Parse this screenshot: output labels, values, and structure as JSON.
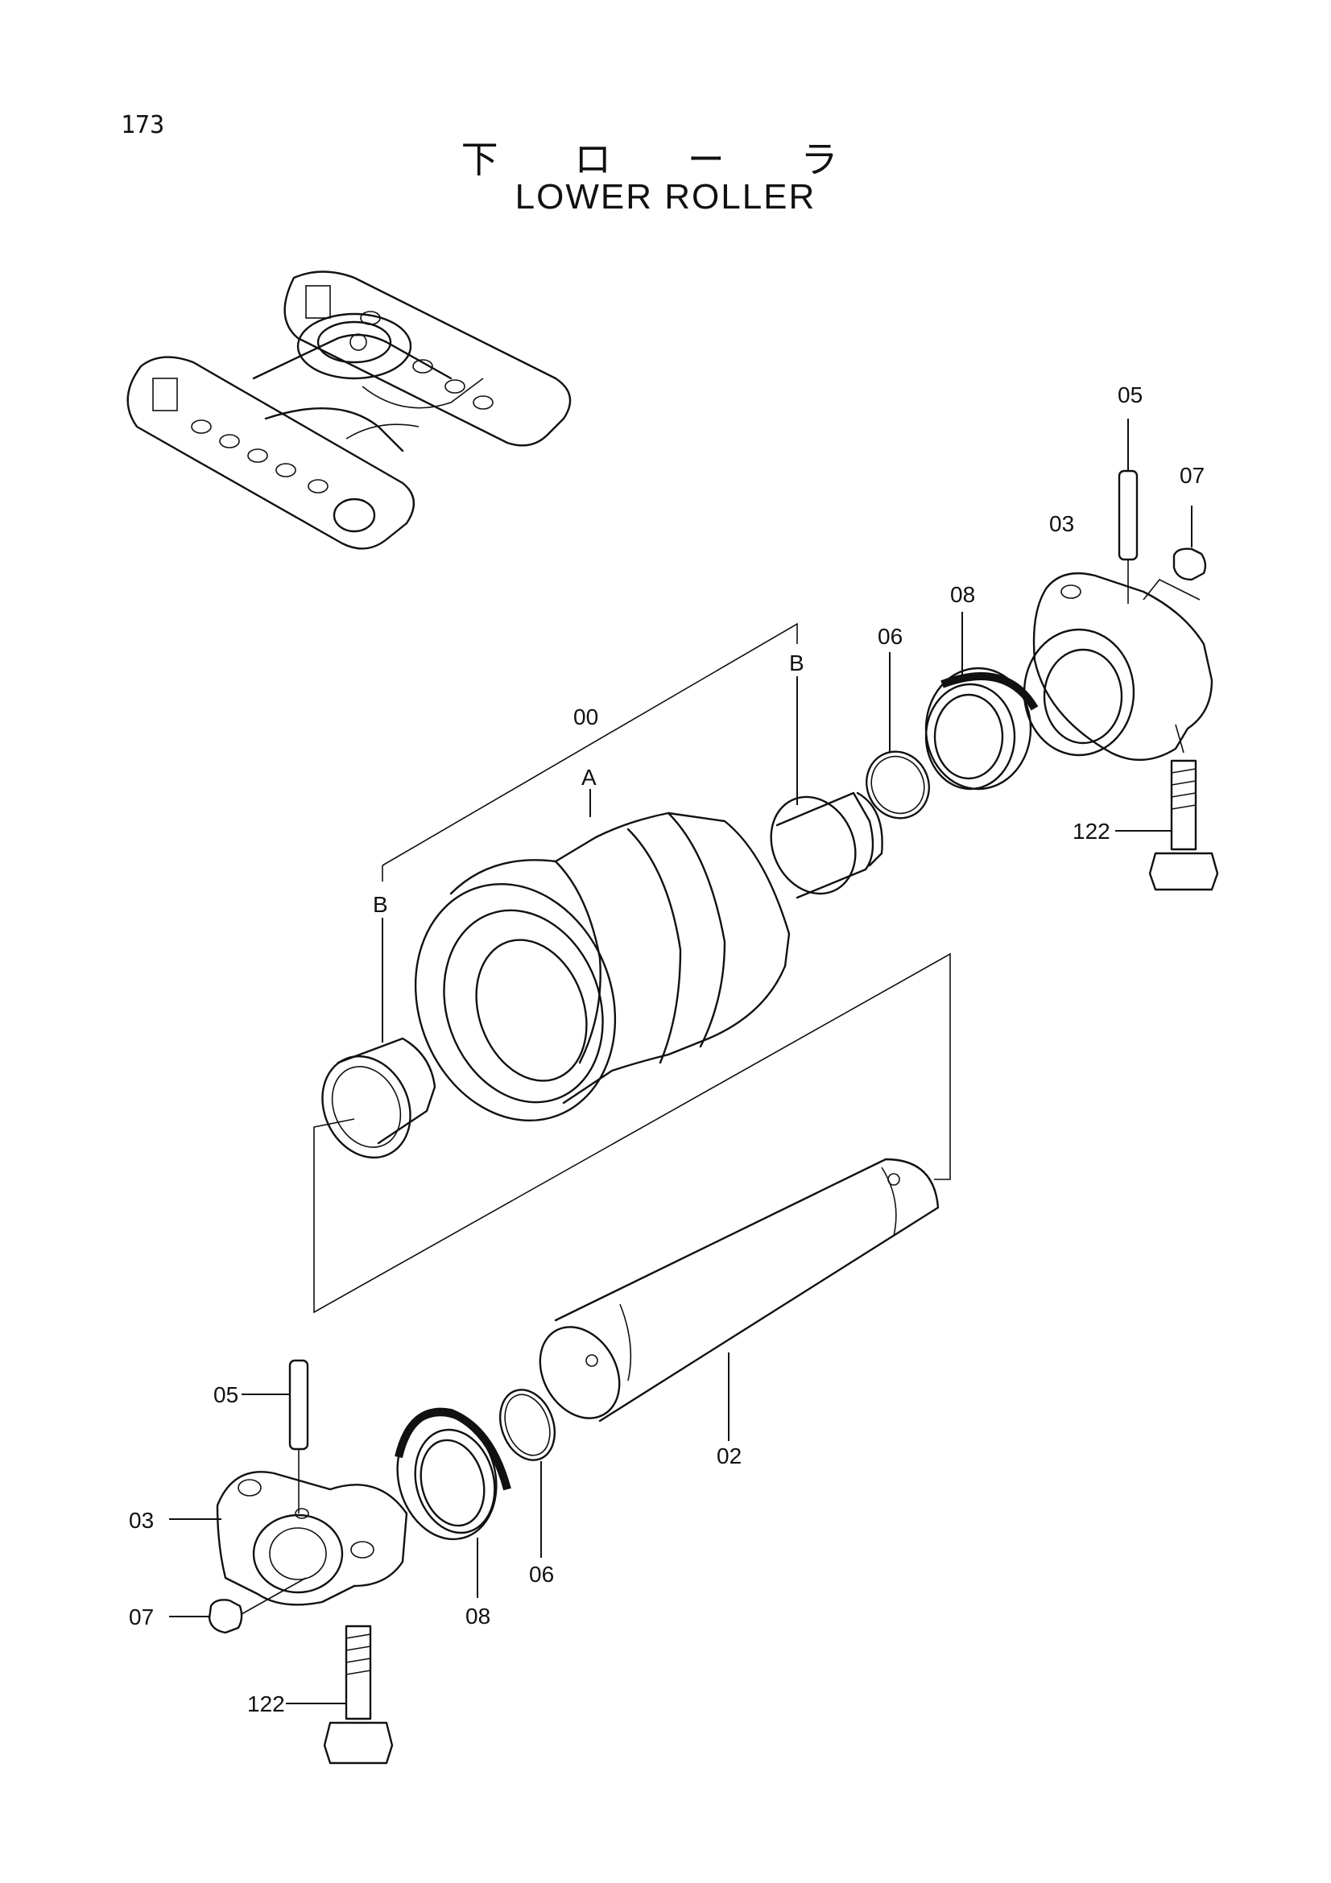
{
  "page": {
    "number": "173"
  },
  "title": {
    "japanese": "下 ロ ー ラ",
    "english": "LOWER ROLLER"
  },
  "callouts": {
    "c00": "00",
    "cA": "A",
    "cB_top": "B",
    "cB_left": "B",
    "c02": "02",
    "c03_top": "03",
    "c03_bot": "03",
    "c05_top": "05",
    "c05_bot": "05",
    "c06_top": "06",
    "c06_bot": "06",
    "c07_top": "07",
    "c07_bot": "07",
    "c08_top": "08",
    "c08_bot": "08",
    "c122_top": "122",
    "c122_bot": "122"
  }
}
